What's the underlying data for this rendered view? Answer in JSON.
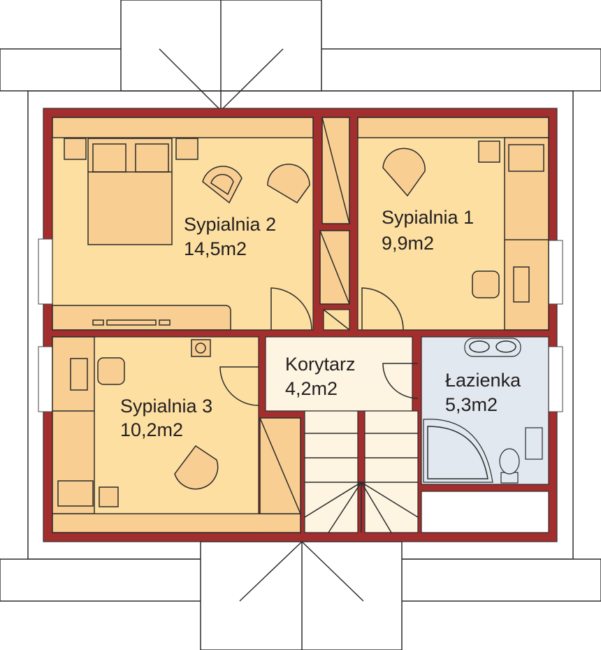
{
  "rooms": [
    {
      "name": "Sypialnia 2",
      "area": "14,5m2"
    },
    {
      "name": "Sypialnia 1",
      "area": "9,9m2"
    },
    {
      "name": "Sypialnia 3",
      "area": "10,2m2"
    },
    {
      "name": "Korytarz",
      "area": "4,2m2"
    },
    {
      "name": "Łazienka",
      "area": "5,3m2"
    }
  ],
  "colors": {
    "wall": "#A32E2E",
    "room": "#FCDFA1",
    "furniture": "#F9CE92",
    "corridor": "#FDF4E1",
    "bathroom": "#E1E8EF"
  }
}
